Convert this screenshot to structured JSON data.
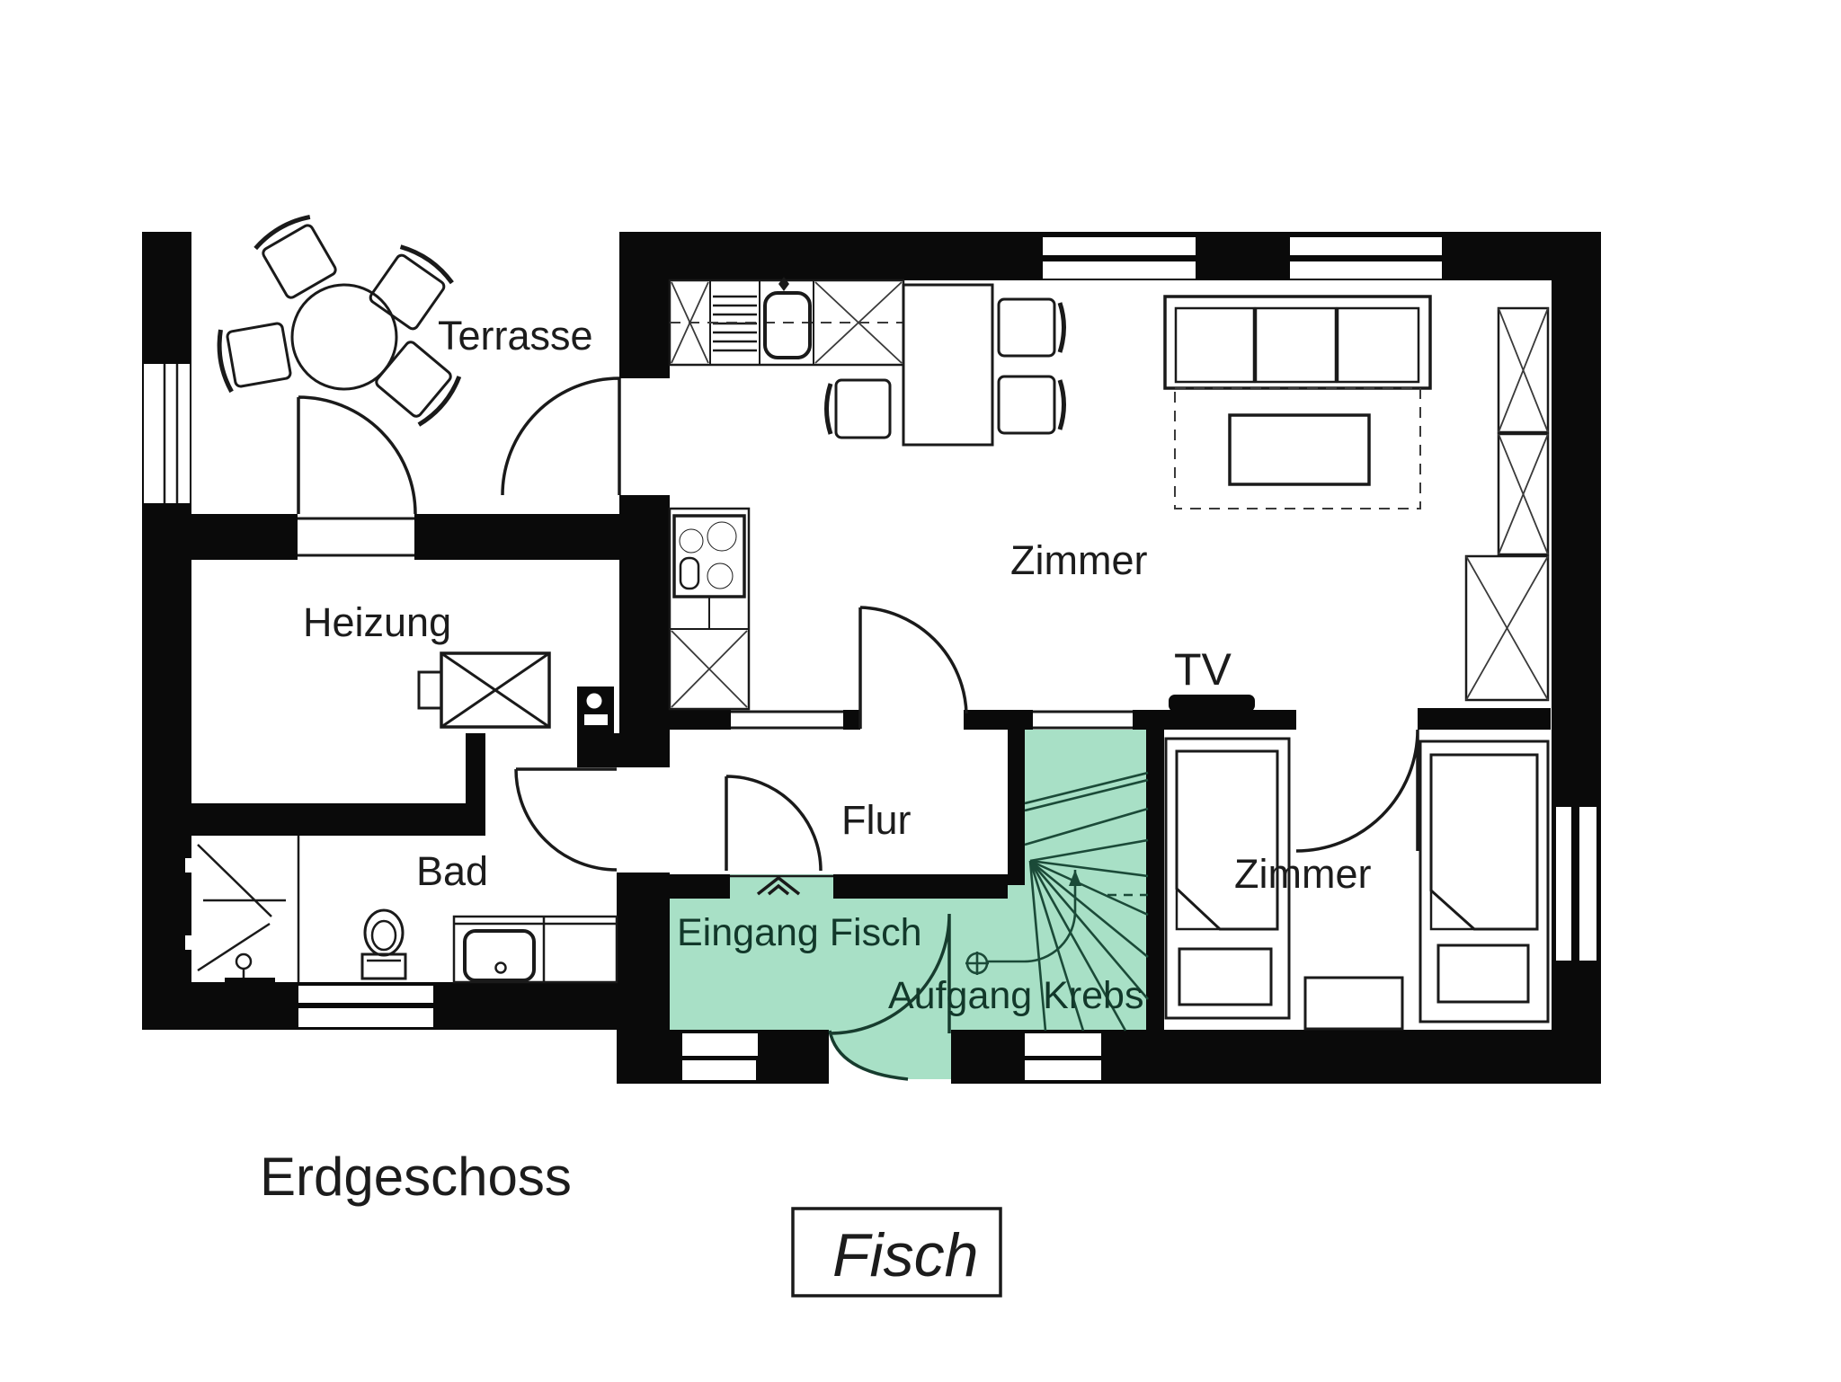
{
  "document": {
    "type": "architectural-floor-plan",
    "floor_label": "Erdgeschoss",
    "unit_label": "Fisch"
  },
  "rooms": {
    "terrace": "Terrasse",
    "heating": "Heizung",
    "bath": "Bad",
    "hall": "Flur",
    "living_room": "Zimmer",
    "bedroom": "Zimmer"
  },
  "annotations": {
    "tv": "TV",
    "entrance": "Eingang Fisch",
    "staircase": "Aufgang Krebs"
  },
  "colors": {
    "walls": "#0a0a0a",
    "background": "#ffffff",
    "highlight_fill": "#a8e0c6",
    "highlight_line": "#1b4a38",
    "highlight_text": "#12382a",
    "text": "#1c1c1c"
  }
}
